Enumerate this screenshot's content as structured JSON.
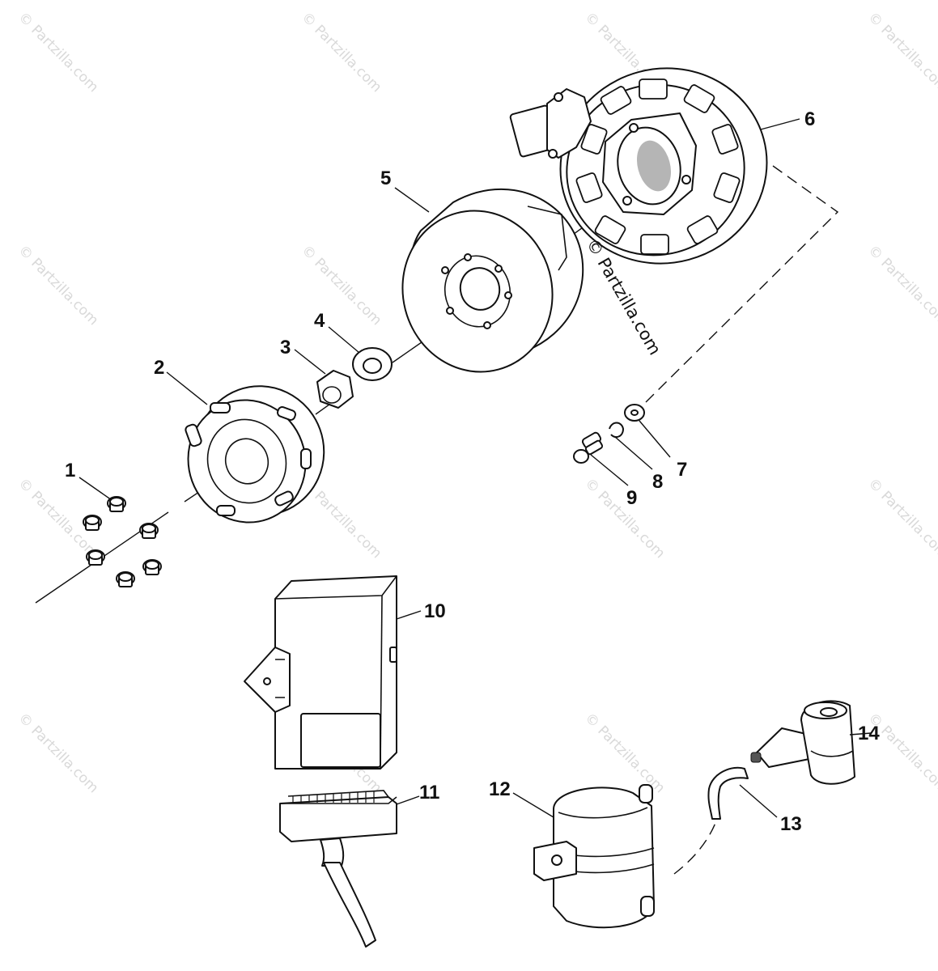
{
  "watermark": {
    "text": "© Partzilla.com"
  },
  "brand_mark": {
    "text": "© Partzilla.com"
  },
  "callouts": [
    {
      "id": "1",
      "label": "1"
    },
    {
      "id": "2",
      "label": "2"
    },
    {
      "id": "3",
      "label": "3"
    },
    {
      "id": "4",
      "label": "4"
    },
    {
      "id": "5",
      "label": "5"
    },
    {
      "id": "6",
      "label": "6"
    },
    {
      "id": "7",
      "label": "7"
    },
    {
      "id": "8",
      "label": "8"
    },
    {
      "id": "9",
      "label": "9"
    },
    {
      "id": "10",
      "label": "10"
    },
    {
      "id": "11",
      "label": "11"
    },
    {
      "id": "12",
      "label": "12"
    },
    {
      "id": "13",
      "label": "13"
    },
    {
      "id": "14",
      "label": "14"
    }
  ],
  "colors": {
    "line": "#111111",
    "background": "#ffffff",
    "watermark": "#d9d9d9"
  }
}
